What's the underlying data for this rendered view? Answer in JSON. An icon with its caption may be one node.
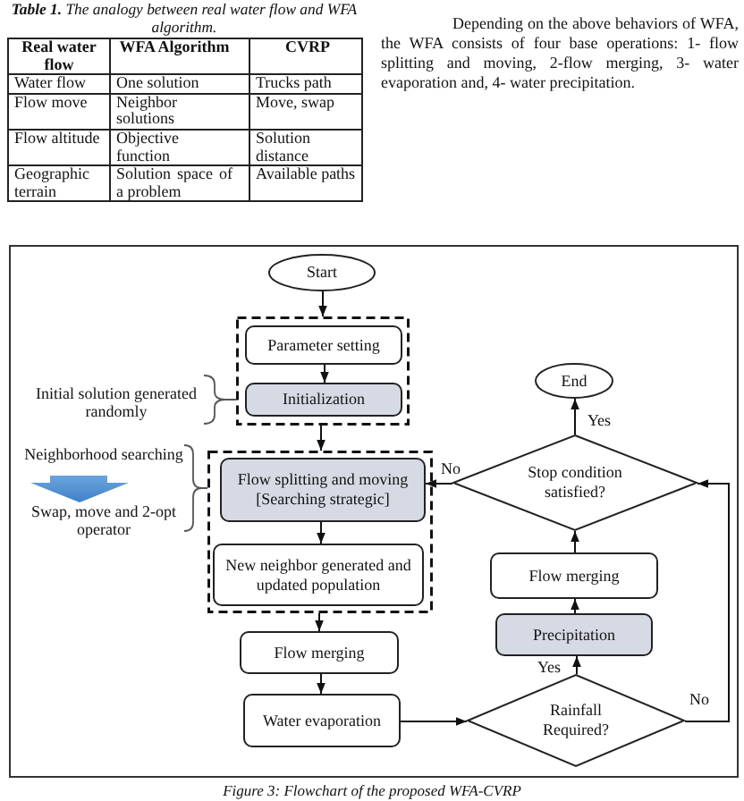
{
  "diagram": {
    "caption": "Figure 3: Flowchart of the proposed WFA-CVRP",
    "nodes": [
      {
        "text": [
          "Start"
        ]
      },
      {
        "text": [],
        "shape": "box"
      },
      {
        "text": [
          "Parameter setting"
        ],
        "in": 1
      },
      {
        "text": [
          "Initialization"
        ],
        "in": 1
      },
      {
        "text": [],
        "shape": "box"
      },
      {
        "text": [
          "Flow splitting and moving [Searching strategic]"
        ],
        "in": 4
      },
      {
        "text": [
          "New neighbor generated and updated population"
        ],
        "in": 4
      },
      {
        "text": [
          "Flow merging"
        ]
      },
      {
        "text": [
          "Water evaporation"
        ]
      },
      {
        "text": [
          "Rainfall Required?"
        ]
      },
      {
        "text": [
          "Precipitation"
        ]
      },
      {
        "text": [
          "Flow merging"
        ]
      },
      {
        "text": [
          "Stop condition satisfied?"
        ]
      },
      {
        "text": [
          "End"
        ]
      }
    ],
    "edges": [
      {
        "from": 0,
        "to": 1,
        "arrow": "to"
      },
      {
        "from": 2,
        "to": 3,
        "arrow": "to"
      },
      {
        "from": 1,
        "to": 4,
        "arrow": "to"
      },
      {
        "from": 5,
        "to": 6,
        "arrow": "to"
      },
      {
        "from": 4,
        "to": 7,
        "arrow": "to"
      },
      {
        "from": 7,
        "to": 8,
        "arrow": "to"
      },
      {
        "from": 8,
        "to": 9,
        "arrow": "to"
      },
      {
        "from": 9,
        "to": 10,
        "arrow": "to",
        "label": "Yes"
      },
      {
        "from": 10,
        "to": 11,
        "arrow": "to"
      },
      {
        "from": 11,
        "to": 12,
        "arrow": "to"
      },
      {
        "from": 12,
        "to": 13,
        "arrow": "to",
        "label": "Yes"
      },
      {
        "from": 12,
        "to": 5,
        "arrow": "to",
        "label": "No"
      },
      {
        "from": 9,
        "to": 12,
        "arrow": "to",
        "label": "No"
      }
    ],
    "labels": [
      "**Table 1.** The analogy between real water flow and WFA algorithm.",
      "Depending on the above behaviors of WFA, the WFA consists of four base operations: 1- flow splitting and moving, 2-flow merging, 3- water evaporation and, 4- water precipitation.",
      "Real water flow",
      "WFA Algorithm",
      "CVRP",
      "Water flow",
      "One solution",
      "Trucks path",
      "Flow move",
      "Neighbor solutions",
      "Move, swap",
      "Flow altitude",
      "Objective function",
      "Solution distance",
      "Geographic terrain",
      "Solution space of a problem",
      "Available paths",
      "Initial solution generated randomly",
      "Neighborhood searching",
      "Swap, move and 2-opt operator"
    ]
  }
}
